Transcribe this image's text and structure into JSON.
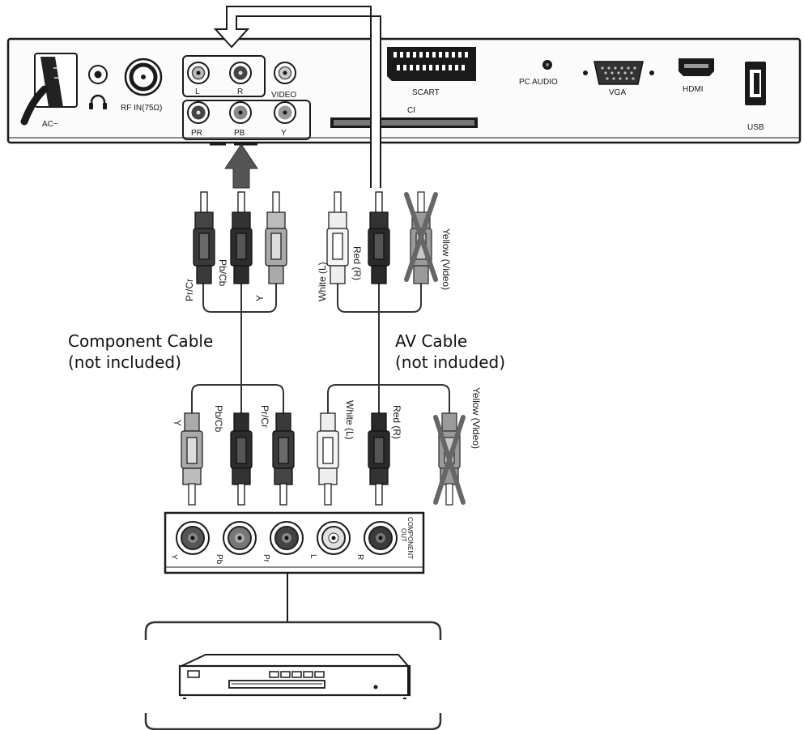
{
  "tv_panel": {
    "ports": {
      "ac": "AC~",
      "rf_in": "RF IN(75Ω)",
      "audio_l": "L",
      "audio_r": "R",
      "video": "VIDEO",
      "pr": "PR",
      "pb": "PB",
      "y": "Y",
      "scart": "SCART",
      "ci": "CI",
      "pc_audio": "PC AUDIO",
      "vga": "VGA",
      "hdmi": "HDMI",
      "usb": "USB"
    }
  },
  "component_cable": {
    "label_line1": "Component Cable",
    "label_line2": "(not included)",
    "top_plugs": [
      "Pr/Cr",
      "Pb/Cb",
      "Y"
    ],
    "bottom_plugs": [
      "Y",
      "Pb/Cb",
      "Pr/Cr"
    ]
  },
  "av_cable": {
    "label_line1": "AV Cable",
    "label_line2": "(not induded)",
    "top_plugs": [
      "White (L)",
      "Red (R)",
      "Yellow (Video)"
    ],
    "bottom_plugs": [
      "White (L)",
      "Red (R)",
      "Yellow (Video)"
    ]
  },
  "source_panel": {
    "title_line1": "COMPONENT",
    "title_line2": "OUT",
    "jacks": [
      "Y",
      "Pb",
      "Pr",
      "L",
      "R"
    ]
  },
  "colors": {
    "line": "#1a1a1a",
    "plug_dark": "#3a3a3a",
    "plug_mid": "#8a8a8a",
    "plug_light": "#d4d4d4"
  }
}
